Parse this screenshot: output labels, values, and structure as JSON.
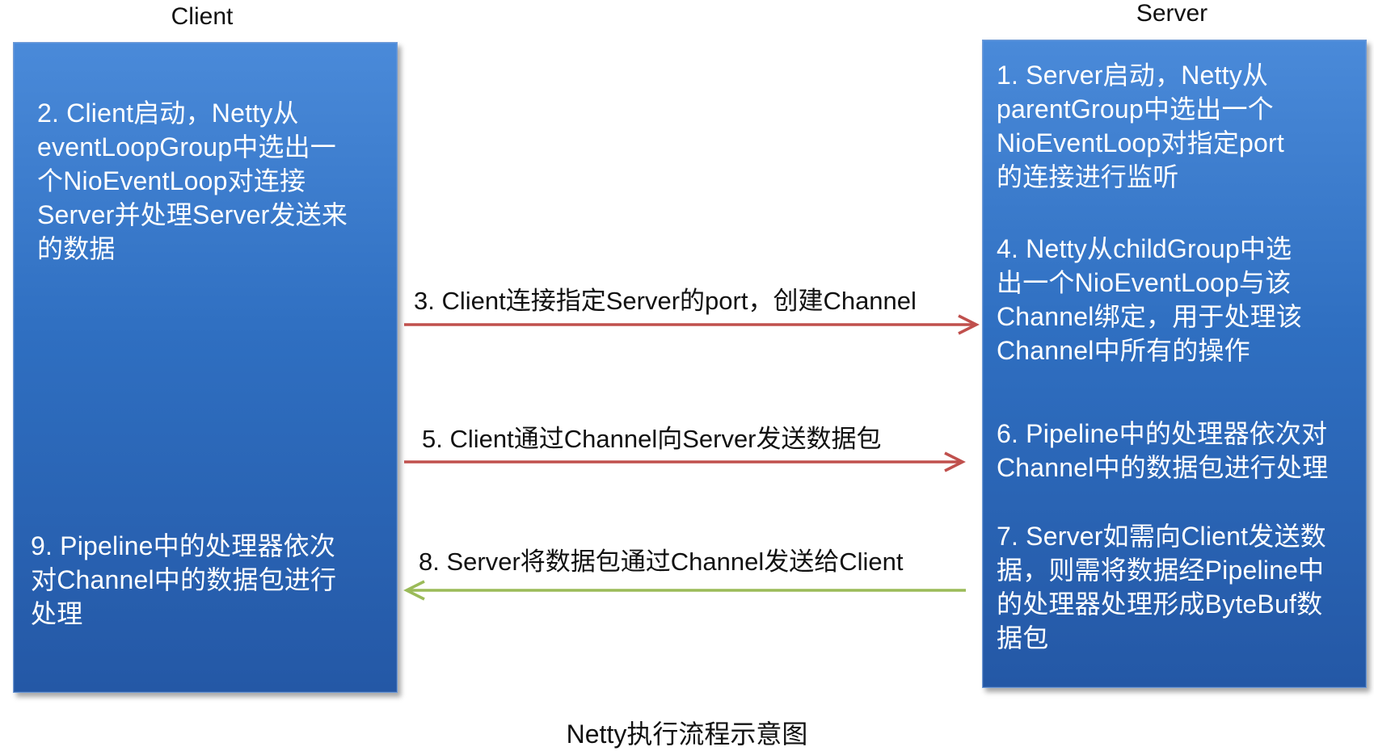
{
  "client": {
    "title": "Client",
    "steps": [
      "2. Client启动，Netty从\neventLoopGroup中选出一\n个NioEventLoop对连接\nServer并处理Server发送来\n的数据",
      "9. Pipeline中的处理器依次\n对Channel中的数据包进行\n处理"
    ]
  },
  "server": {
    "title": "Server",
    "steps": [
      "1. Server启动，Netty从\nparentGroup中选出一个\nNioEventLoop对指定port\n的连接进行监听",
      "4. Netty从childGroup中选\n出一个NioEventLoop与该\nChannel绑定，用于处理该\nChannel中所有的操作",
      "6. Pipeline中的处理器依次对\nChannel中的数据包进行处理",
      "7. Server如需向Client发送数\n据，则需将数据经Pipeline中\n的处理器处理形成ByteBuf数\n据包"
    ]
  },
  "messages": [
    {
      "label": "3. Client连接指定Server的port，创建Channel",
      "direction": "client-to-server",
      "color": "#c0504d"
    },
    {
      "label": "5. Client通过Channel向Server发送数据包",
      "direction": "client-to-server",
      "color": "#c0504d"
    },
    {
      "label": "8. Server将数据包通过Channel发送给Client",
      "direction": "server-to-client",
      "color": "#9bbb59"
    }
  ],
  "caption": "Netty执行流程示意图"
}
